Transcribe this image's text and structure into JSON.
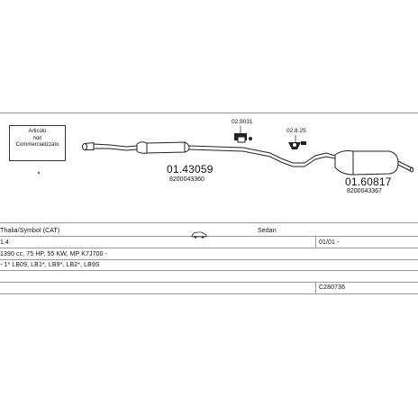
{
  "notice": {
    "line1": "Articolo",
    "line2": "non",
    "line3": "Commercializzato"
  },
  "parts": [
    {
      "code": "01.43059",
      "oe": "8200043360"
    },
    {
      "code": "01.60817",
      "oe": "8200043367"
    }
  ],
  "small_refs": [
    {
      "code": "02.9031"
    },
    {
      "code": "02.8.25"
    }
  ],
  "info": {
    "model": "Thalia/Symbol (CAT)",
    "body": "Sedan",
    "engine_size": "1.4",
    "date": "01/01 -",
    "engine_spec": "1390 cc, 75 HP, 55 KW, MP K7J700 -",
    "codes": "- 1* LB09, LB1*, LB9*, LB2*, LB9S",
    "catalog_id": "C280736"
  },
  "icons": {
    "car": "car-icon"
  }
}
